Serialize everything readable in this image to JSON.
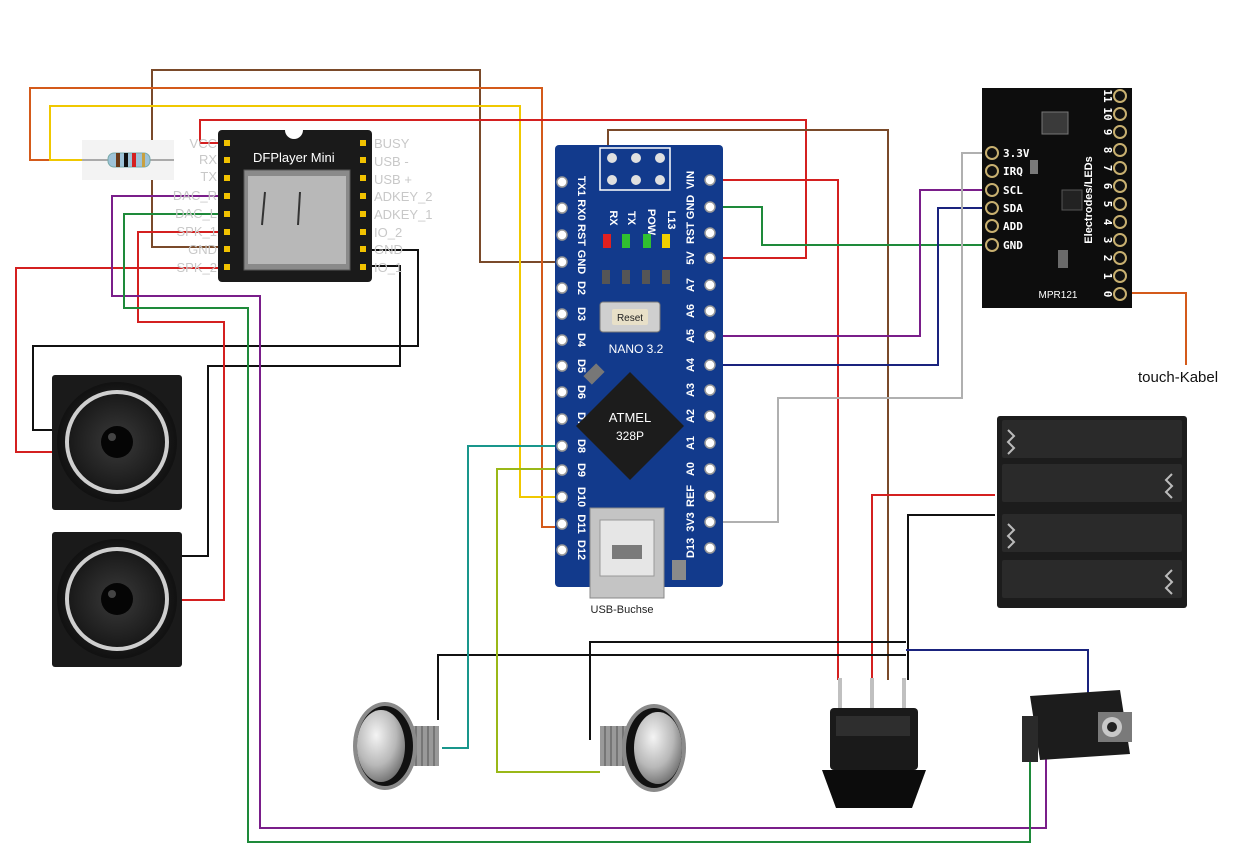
{
  "dfplayer": {
    "title": "DFPlayer Mini",
    "left_pins": [
      "VCC",
      "RX",
      "TX",
      "DAC_R",
      "DAC_L",
      "SPK_1",
      "GND",
      "SPK_2"
    ],
    "right_pins": [
      "BUSY",
      "USB -",
      "USB +",
      "ADKEY_2",
      "ADKEY_1",
      "IO_2",
      "GND",
      "IO_1"
    ]
  },
  "nano": {
    "left_pins": [
      "TX1",
      "RX0",
      "RST",
      "GND",
      "D2",
      "D3",
      "D4",
      "D5",
      "D6",
      "D7",
      "D8",
      "D9",
      "D10",
      "D11",
      "D12"
    ],
    "right_pins": [
      "VIN",
      "GND",
      "RST",
      "5V",
      "A7",
      "A6",
      "A5",
      "A4",
      "A3",
      "A2",
      "A1",
      "A0",
      "REF",
      "3V3",
      "D13"
    ],
    "leds": [
      "RX",
      "TX",
      "POW",
      "L13"
    ],
    "reset_label": "Reset",
    "model": "NANO 3.2",
    "chip_line1": "ATMEL",
    "chip_line2": "328P",
    "usb_caption": "USB-Buchse"
  },
  "mpr121": {
    "pins": [
      "3.3V",
      "IRQ",
      "SCL",
      "SDA",
      "ADD",
      "GND"
    ],
    "edge_label": "Electrodes/LEDs",
    "electrodes": [
      "11",
      "10",
      "9",
      "8",
      "7",
      "6",
      "5",
      "4",
      "3",
      "2",
      "1",
      "0"
    ],
    "model": "MPR121"
  },
  "touch_label": "touch-Kabel",
  "colors": {
    "red": "#d42020",
    "brown": "#7a4a2a",
    "orange": "#d45a1a",
    "yellow": "#f0c800",
    "green": "#1e8a3a",
    "purple": "#7a1e8a",
    "black": "#111111",
    "navy": "#1a237e",
    "teal": "#19968c",
    "olive": "#9ab818",
    "gray": "#b0b0b0",
    "pcb_blue": "#123a8c",
    "board_black": "#1a1a1a"
  }
}
